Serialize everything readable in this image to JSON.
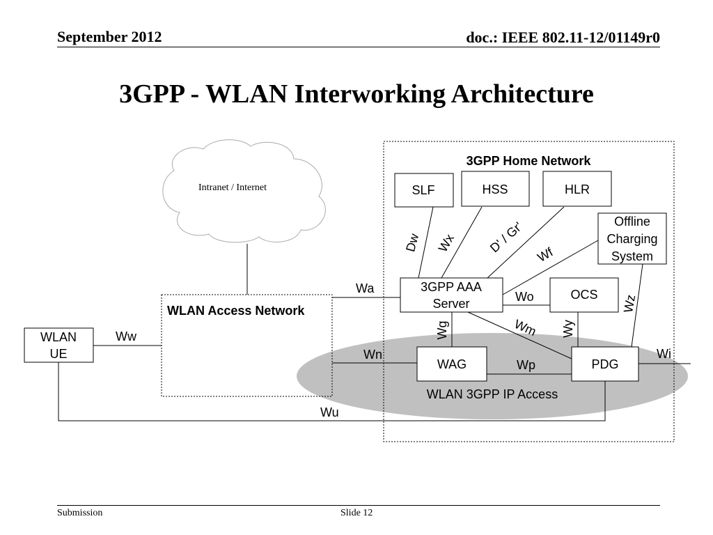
{
  "header": {
    "date": "September 2012",
    "doc": "doc.: IEEE 802.11-12/01149r0"
  },
  "title": "3GPP - WLAN Interworking Architecture",
  "diagram": {
    "cloud_label": "Intranet / Internet",
    "home_network_label": "3GPP Home Network",
    "access_network_label": "WLAN Access Network",
    "ip_access_label": "WLAN 3GPP IP Access",
    "nodes": {
      "slf": "SLF",
      "hss": "HSS",
      "hlr": "HLR",
      "ocs": "OCS",
      "wag": "WAG",
      "pdg": "PDG",
      "aaa_line1": "3GPP AAA",
      "aaa_line2": "Server",
      "ocharge_line1": "Offline",
      "ocharge_line2": "Charging",
      "ocharge_line3": "System",
      "ue_line1": "WLAN",
      "ue_line2": "UE"
    },
    "interfaces": {
      "dw": "Dw",
      "wx": "Wx",
      "dgr": "D' / Gr'",
      "wf": "Wf",
      "wa": "Wa",
      "wo": "Wo",
      "wz": "Wz",
      "wg": "Wg",
      "wm": "Wm",
      "wy": "Wy",
      "ww": "Ww",
      "wn": "Wn",
      "wp": "Wp",
      "wi": "Wi",
      "wu": "Wu"
    },
    "colors": {
      "ip_access_fill": "#c0c0c0"
    }
  },
  "footer": {
    "left": "Submission",
    "center": "Slide 12"
  }
}
